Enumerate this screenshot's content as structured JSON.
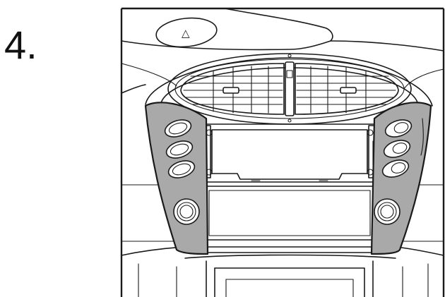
{
  "step": {
    "number_label": "4."
  },
  "colors": {
    "highlight_panel": "#a9a9a9",
    "line": "#1a1a1a",
    "background": "#ffffff"
  },
  "icons": {
    "hazard_button": "warning-triangle-icon"
  },
  "vents": {
    "count": 2
  },
  "highlighted_panels": [
    {
      "side": "left",
      "buttons": 3,
      "knobs": 1
    },
    {
      "side": "right",
      "buttons": 3,
      "knobs": 1
    }
  ]
}
